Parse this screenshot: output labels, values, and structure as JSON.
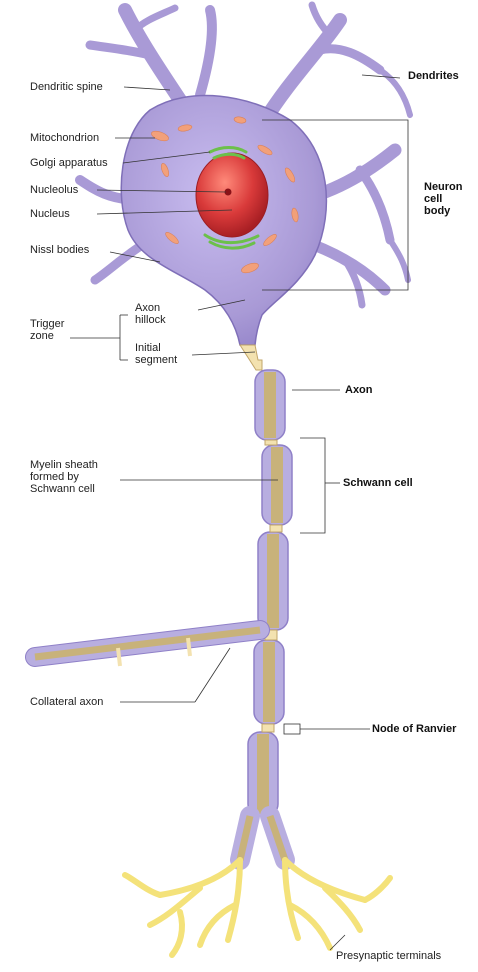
{
  "labels": {
    "dendritic_spine": "Dendritic spine",
    "dendrites": "Dendrites",
    "mitochondrion": "Mitochondrion",
    "golgi": "Golgi apparatus",
    "nucleolus": "Nucleolus",
    "nucleus": "Nucleus",
    "nissl": "Nissl bodies",
    "neuron_cell_body": "Neuron\ncell\nbody",
    "axon_hillock": "Axon\nhillock",
    "trigger_zone": "Trigger\nzone",
    "initial_segment": "Initial\nsegment",
    "axon": "Axon",
    "myelin_sheath": "Myelin sheath\nformed by\nSchwann cell",
    "schwann_cell": "Schwann cell",
    "collateral_axon": "Collateral axon",
    "node_of_ranvier": "Node of Ranvier",
    "presynaptic_terminals": "Presynaptic terminals"
  },
  "colors": {
    "cell_body": "#a99ad6",
    "cell_body_edge": "#7f6fb8",
    "nucleus": "#d93a3a",
    "golgi": "#6cc04a",
    "mitochondria": "#f2a07a",
    "myelin": "#b8aee0",
    "axon_core": "#c8b27a",
    "terminals": "#f4e27a",
    "leader": "#333333"
  }
}
